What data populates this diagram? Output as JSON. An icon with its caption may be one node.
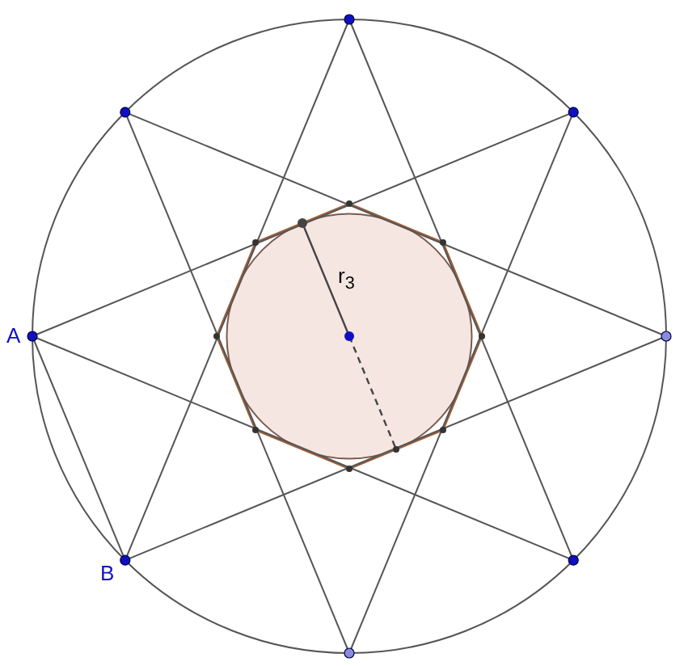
{
  "diagram": {
    "labels": [
      "A",
      "B",
      "r$_{3}$"
    ]
  }
}
